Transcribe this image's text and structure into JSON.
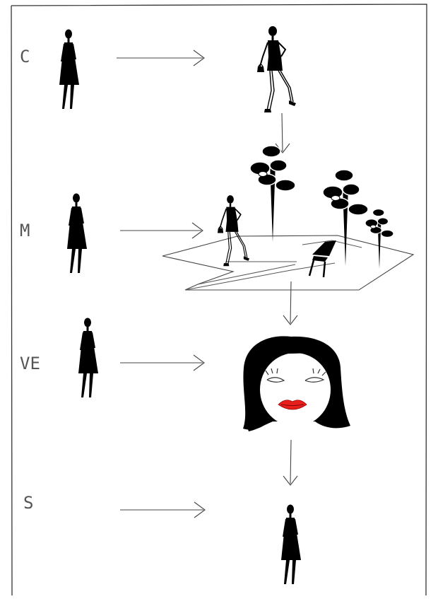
{
  "rows": [
    {
      "label": "C"
    },
    {
      "label": "M"
    },
    {
      "label": "VE"
    },
    {
      "label": "S"
    }
  ],
  "colors": {
    "ink": "#000000",
    "line": "#444444",
    "lips": "#e8201c",
    "face": "#ffffff"
  }
}
